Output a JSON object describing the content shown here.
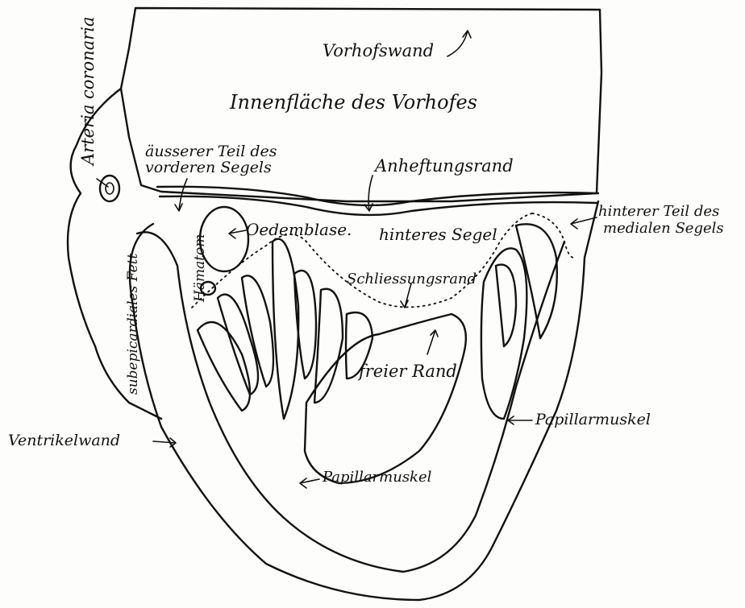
{
  "labels": {
    "vorhofswand": "Vorhofswand",
    "innenflaeche": "Innenfläche des Vorhofes",
    "aeusserer_1": "äusserer Teil des",
    "aeusserer_2": "vorderen Segels",
    "anheftungsrand": "Anheftungsrand",
    "arteria": "Arteria coronaria",
    "haematom": "Hämatom",
    "oedemblase": "Oedemblase.",
    "hinteres_segel": "hinteres Segel",
    "hinterer_1": "hinterer Teil des",
    "hinterer_2": "medialen Segels",
    "subepicardiales": "subepicardiales Fett",
    "schliessungsrand": "Schliessungsrand",
    "freier_rand": "freier Rand",
    "papillarmuskel_right": "Papillarmuskel",
    "ventrikelwand": "Ventrikelwand",
    "papillarmuskel_bottom": "Papillarmuskel"
  }
}
